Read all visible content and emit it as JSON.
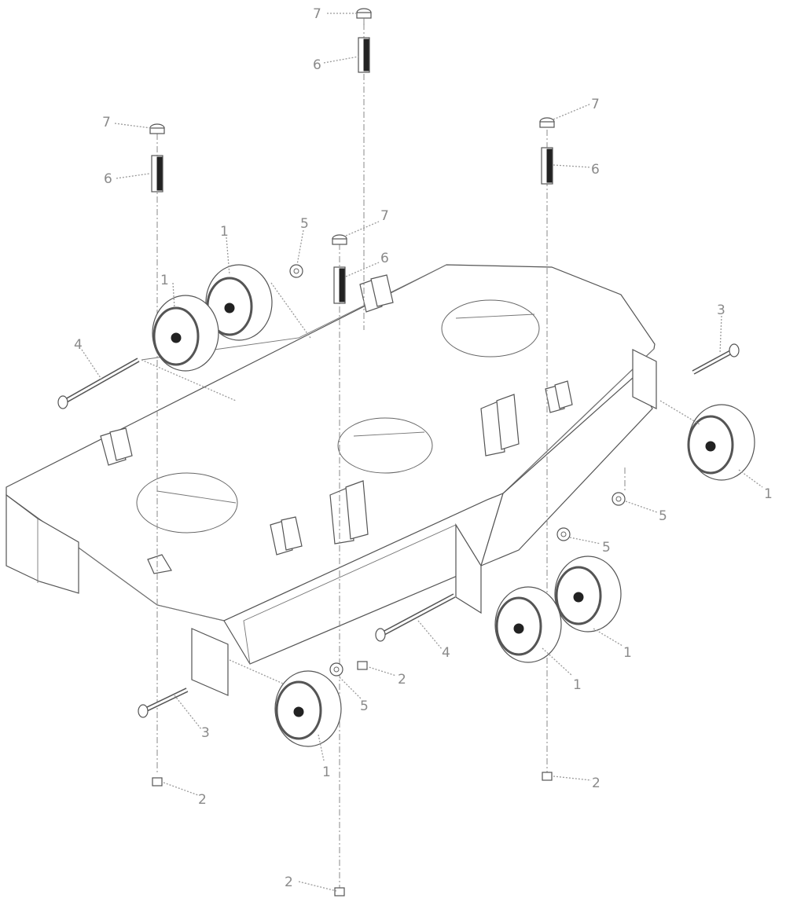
{
  "callouts": {
    "wheel": "1",
    "bolt": "2",
    "axle_short": "3",
    "axle_long": "4",
    "nut": "5",
    "spacer": "6",
    "cap": "7"
  }
}
